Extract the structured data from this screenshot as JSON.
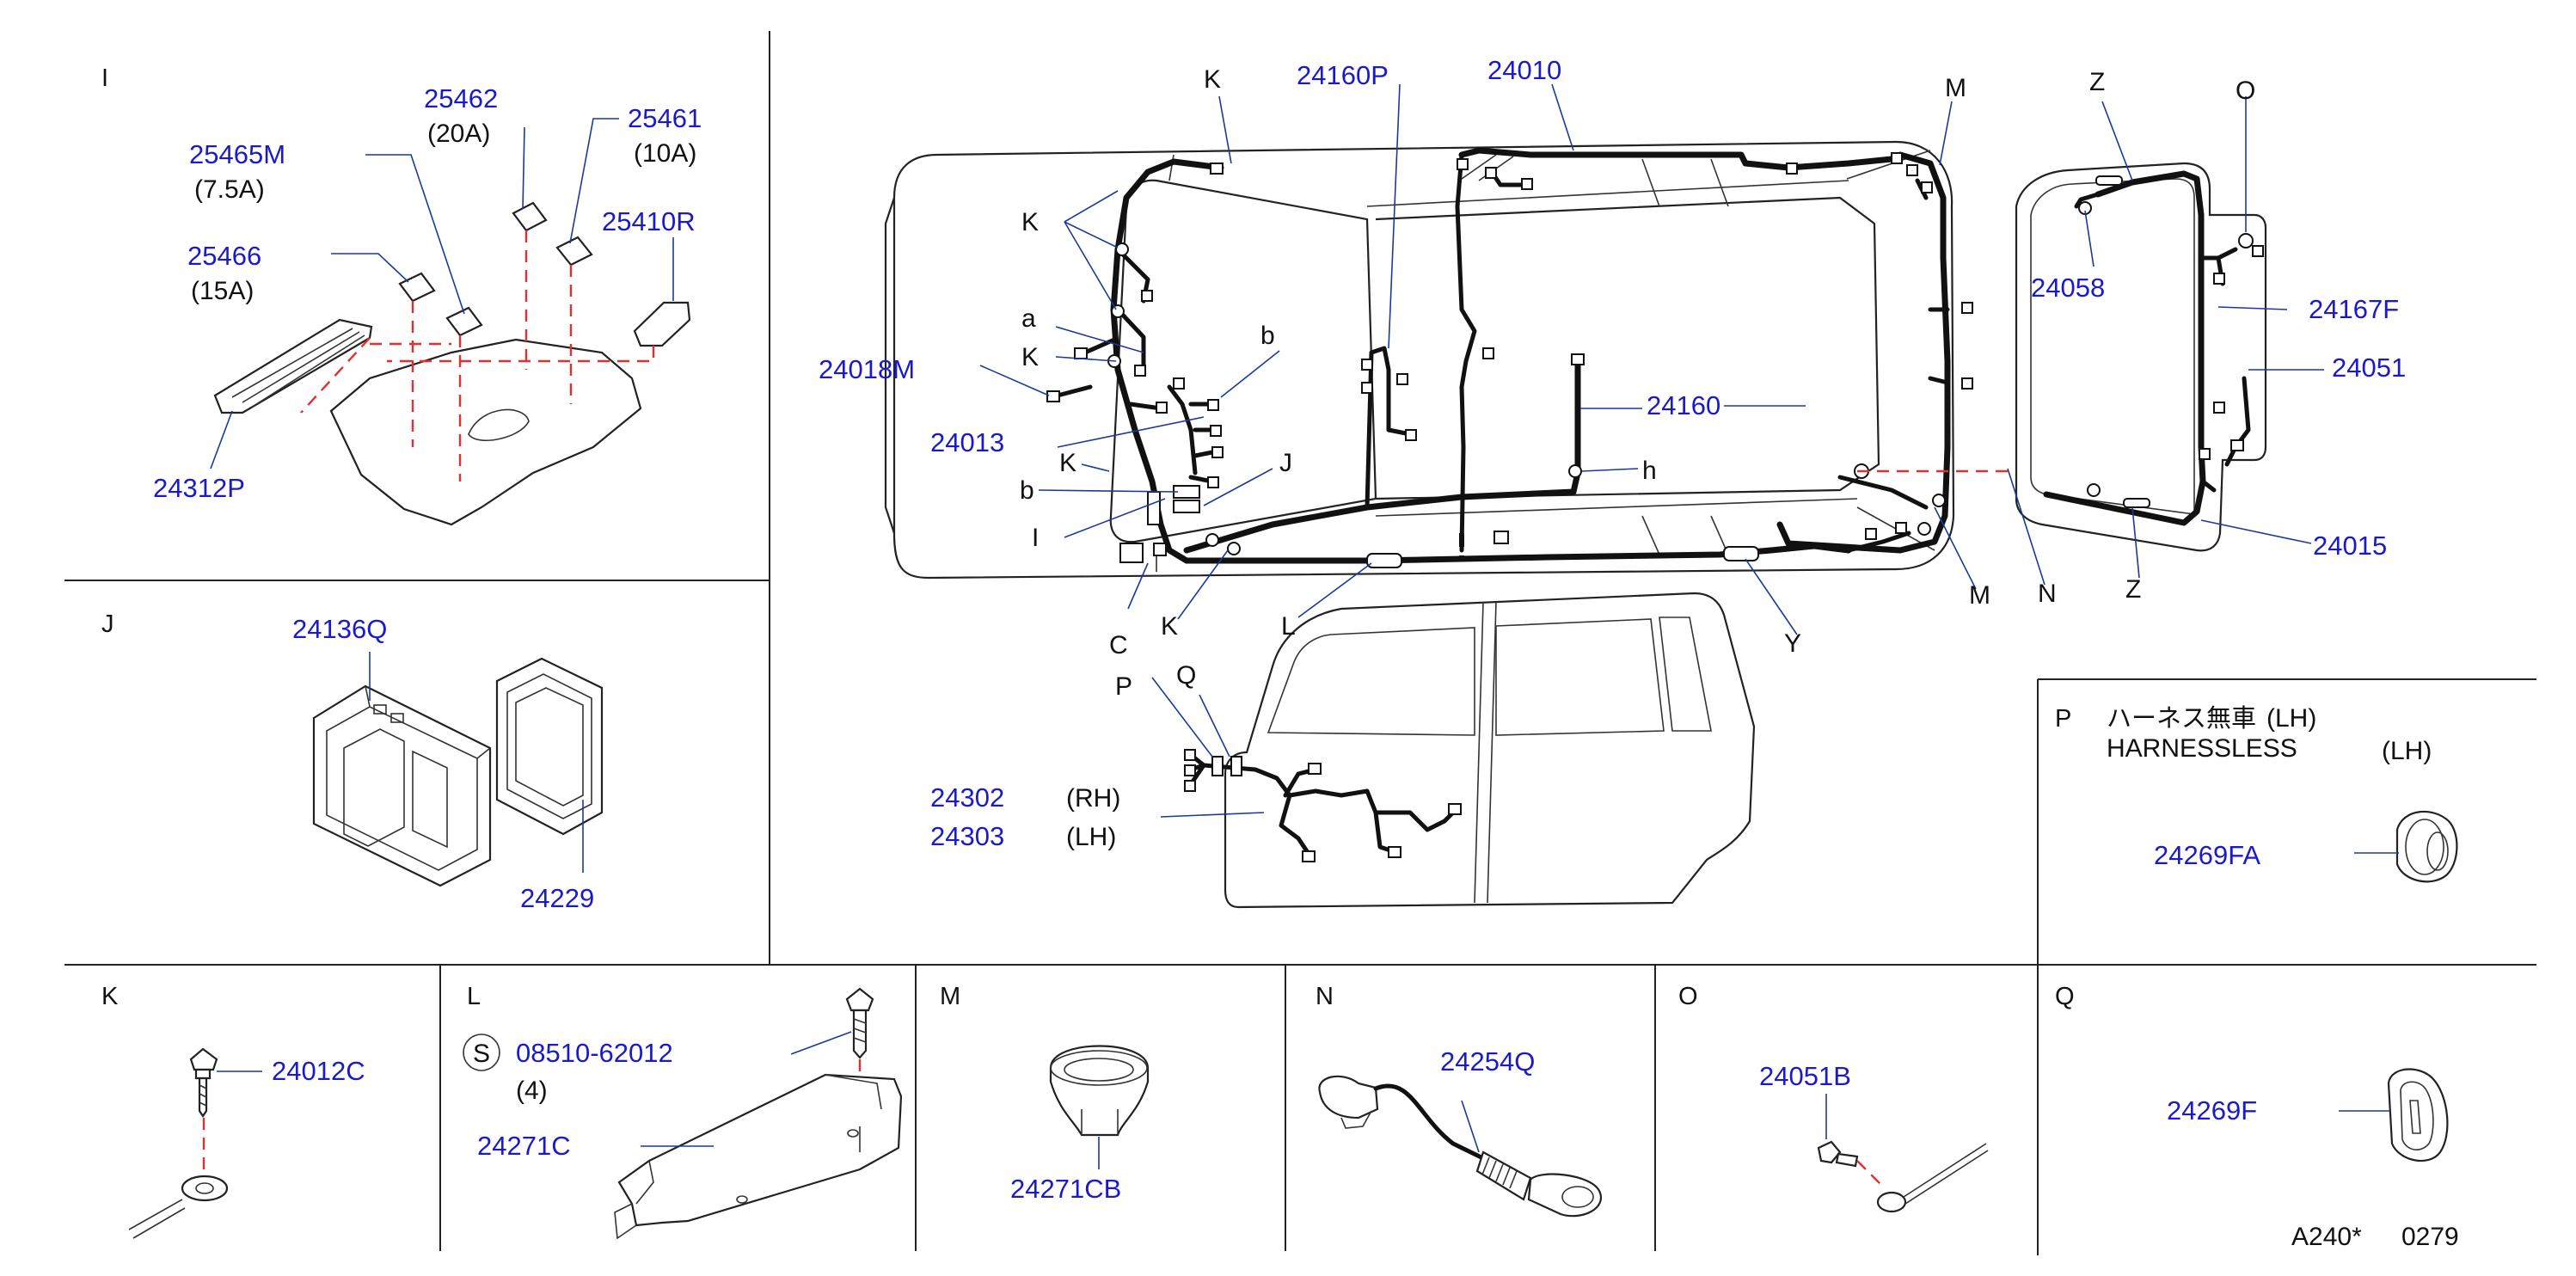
{
  "sections": {
    "I": "I",
    "J": "J",
    "K": "K",
    "L": "L",
    "M": "M",
    "N": "N",
    "O": "O",
    "P": "P",
    "Q": "Q"
  },
  "parts": {
    "p25465M": "25465M",
    "p25465M_rating": "(7.5A)",
    "p25462": "25462",
    "p25462_rating": "(20A)",
    "p25461": "25461",
    "p25461_rating": "(10A)",
    "p25466": "25466",
    "p25466_rating": "(15A)",
    "p25410R": "25410R",
    "p24312P": "24312P",
    "p24136Q": "24136Q",
    "p24229": "24229",
    "p24160P": "24160P",
    "p24010": "24010",
    "p24018M": "24018M",
    "p24013": "24013",
    "p24160": "24160",
    "p24058": "24058",
    "p24167F": "24167F",
    "p24051": "24051",
    "p24015": "24015",
    "p24302": "24302",
    "p24302_side": "(RH)",
    "p24303": "24303",
    "p24303_side": "(LH)",
    "p24269FA": "24269FA",
    "p24012C": "24012C",
    "p08510": "08510-62012",
    "p08510_qty": "(4)",
    "p08510_symbol": "S",
    "p24271C": "24271C",
    "p24271CB": "24271CB",
    "p24254Q": "24254Q",
    "p24051B": "24051B",
    "p24269F": "24269F"
  },
  "callouts": {
    "K": "K",
    "a": "a",
    "b": "b",
    "J": "J",
    "I": "I",
    "C": "C",
    "L": "L",
    "Y": "Y",
    "M": "M",
    "N": "N",
    "Z": "Z",
    "O": "O",
    "h": "h",
    "P": "P",
    "Q": "Q"
  },
  "note_p": {
    "jp": "ハーネス無車",
    "jp_side": "(LH)",
    "en": "HARNESSLESS",
    "en_side": "(LH)"
  },
  "footer": {
    "code": "A240*",
    "number": "0279"
  }
}
